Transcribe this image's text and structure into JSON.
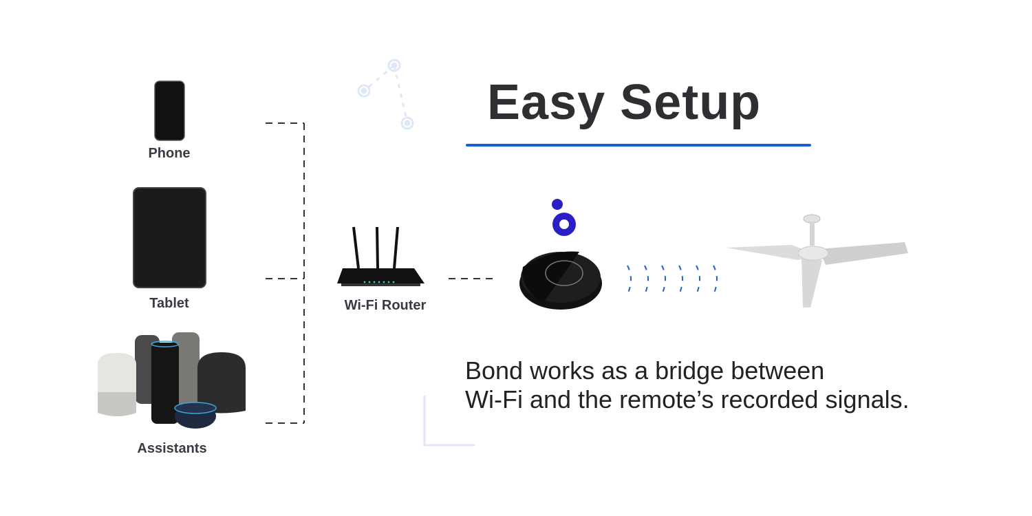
{
  "title": "Easy Setup",
  "description": {
    "line1": "Bond works as a bridge between",
    "line2": "Wi-Fi and the remote’s recorded signals."
  },
  "devices": [
    {
      "label": "Phone",
      "icon": "phone-icon"
    },
    {
      "label": "Tablet",
      "icon": "tablet-icon"
    },
    {
      "label": "Assistants",
      "icon": "smart-speakers-icon"
    }
  ],
  "router": {
    "label": "Wi-Fi Router",
    "icon": "router-icon"
  },
  "colors": {
    "accent": "#1a5fd8",
    "bond_logo": "#2a1fc4",
    "text": "#2f2f33",
    "decor": "#dfe7f7"
  }
}
